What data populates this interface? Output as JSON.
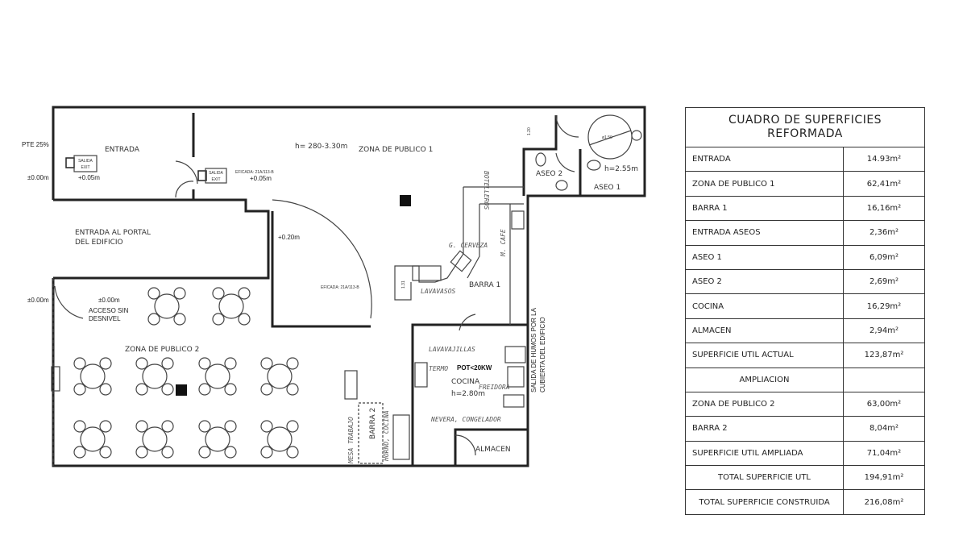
{
  "plan": {
    "labels": {
      "pte": "PTE 25%",
      "entrada": "ENTRADA",
      "level_000_a": "±0.00m",
      "level_005": "+0.05m",
      "salida": "SALIDA",
      "exit": "EXIT",
      "eficada": "EFICADA: 21A/113-B",
      "level_005b": "+0.05m",
      "altura_zona1": "h= 280-3.30m",
      "zona_publico_1": "ZONA DE PUBLICO 1",
      "portal_1": "ENTRADA AL PORTAL",
      "portal_2": "DEL EDIFICIO",
      "level_020": "+0.20m",
      "level_000_b": "±0.00m",
      "level_000_c": "±0.00m",
      "acceso_1": "ACCESO SIN",
      "acceso_2": "DESNIVEL",
      "zona_publico_2": "ZONA DE PUBLICO 2",
      "aseo_2": "ASEO 2",
      "aseo_1": "ASEO 1",
      "altura_aseo": "h=2.55m",
      "diametro": "ø1.50",
      "dim_120": "1.20",
      "dim_131": "1.31",
      "botelleros": "BOTELLEROS",
      "cerveza": "G. CERVEZA",
      "cafe": "M. CAFE",
      "lavavasos": "LAVAVASOS",
      "barra_1": "BARRA 1",
      "salida_humos_1": "SALIDA DE HUMOS POR LA",
      "salida_humos_2": "CUBIERTA DEL EDIFICIO",
      "lavavajillas": "LAVAVAJILLAS",
      "termo": "TERMO",
      "pot": "POT<20KW",
      "cocina": "COCINA",
      "altura_cocina": "h=2.80m",
      "freidora": "FREIDORA",
      "nevera": "NEVERA, CONGELADOR",
      "almacen": "ALMACEN",
      "mesa_trabajo": "MESA TRABAJO",
      "barra_2": "BARRA 2",
      "horno": "HORNO, COCINA"
    }
  },
  "surface_table": {
    "title_1": "CUADRO DE SUPERFICIES",
    "title_2": "REFORMADA",
    "rows": [
      {
        "label": "ENTRADA",
        "value": "14.93m²"
      },
      {
        "label": "ZONA DE PUBLICO 1",
        "value": "62,41m²"
      },
      {
        "label": "BARRA  1",
        "value": "16,16m²"
      },
      {
        "label": "ENTRADA ASEOS",
        "value": "2,36m²"
      },
      {
        "label": "ASEO 1",
        "value": "6,09m²"
      },
      {
        "label": "ASEO 2",
        "value": "2,69m²"
      },
      {
        "label": "COCINA",
        "value": "16,29m²"
      },
      {
        "label": "ALMACEN",
        "value": "2,94m²"
      },
      {
        "label": "SUPERFICIE UTIL ACTUAL",
        "value": "123,87m²"
      },
      {
        "label": "AMPLIACION",
        "value": ""
      },
      {
        "label": "ZONA DE PUBLICO 2",
        "value": "63,00m²"
      },
      {
        "label": "BARRA 2",
        "value": "8,04m²"
      },
      {
        "label": "SUPERFICIE UTIL AMPLIADA",
        "value": "71,04m²"
      },
      {
        "label": "TOTAL SUPERFICIE UTL",
        "value": "194,91m²"
      },
      {
        "label": "TOTAL SUPERFICIE CONSTRUIDA",
        "value": "216,08m²"
      }
    ]
  }
}
